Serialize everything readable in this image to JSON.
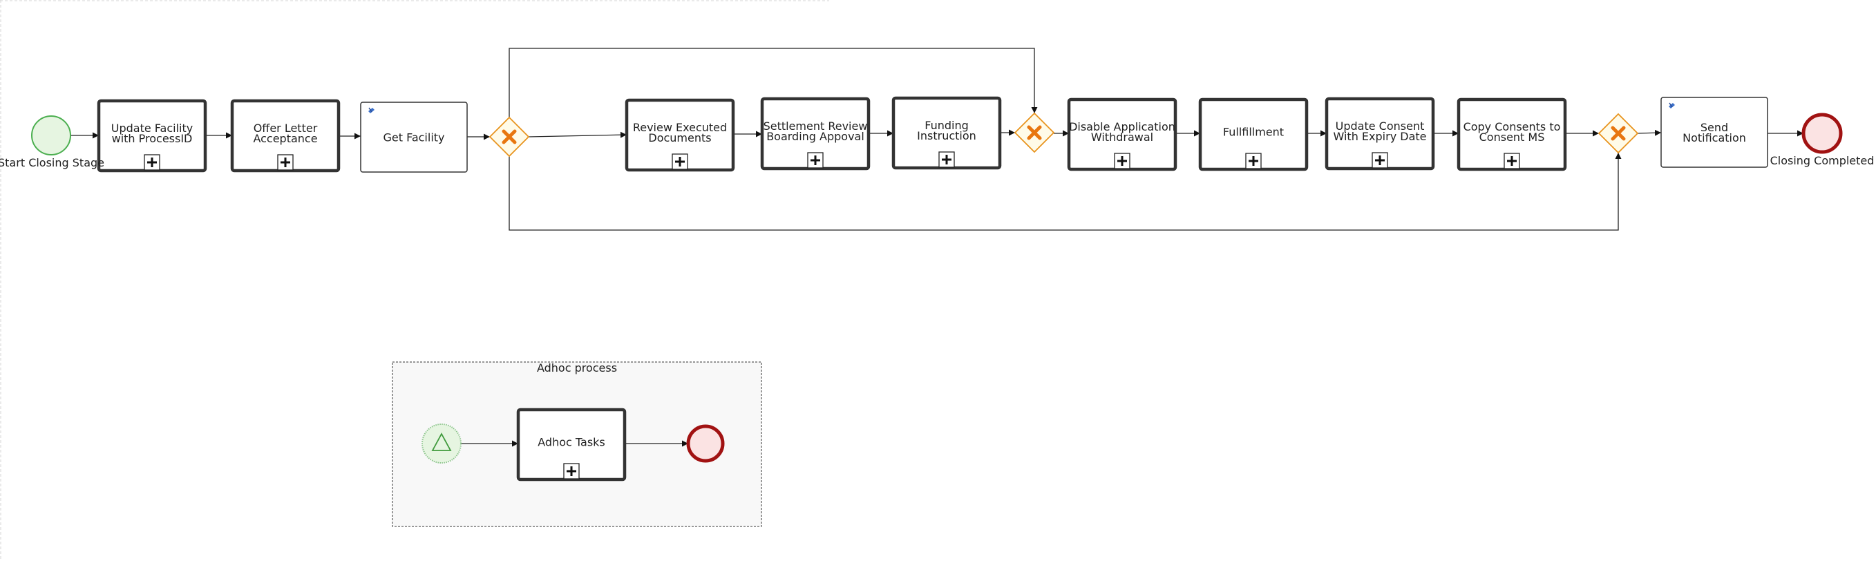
{
  "diagram": {
    "events": {
      "start": {
        "label": "Start Closing Stage"
      },
      "end": {
        "label": "Closing Completed"
      },
      "adhoc_start": {
        "label": ""
      },
      "adhoc_end": {
        "label": ""
      }
    },
    "tasks": [
      {
        "id": "t1",
        "lines": [
          "Update Facility",
          "with ProcessID"
        ],
        "kind": "subprocess"
      },
      {
        "id": "t2",
        "lines": [
          "Offer Letter",
          "Acceptance"
        ],
        "kind": "subprocess"
      },
      {
        "id": "t3",
        "lines": [
          "Get Facility"
        ],
        "kind": "service"
      },
      {
        "id": "t4",
        "lines": [
          "Review Executed",
          "Documents"
        ],
        "kind": "subprocess"
      },
      {
        "id": "t5",
        "lines": [
          "Settlement Review",
          "Boarding Appoval"
        ],
        "kind": "subprocess"
      },
      {
        "id": "t6",
        "lines": [
          "Funding",
          "Instruction"
        ],
        "kind": "subprocess"
      },
      {
        "id": "t7",
        "lines": [
          "Disable Application",
          "Withdrawal"
        ],
        "kind": "subprocess"
      },
      {
        "id": "t8",
        "lines": [
          "Fullfillment"
        ],
        "kind": "subprocess"
      },
      {
        "id": "t9",
        "lines": [
          "Update Consent",
          "With Expiry Date"
        ],
        "kind": "subprocess"
      },
      {
        "id": "t10",
        "lines": [
          "Copy Consents to",
          "Consent MS"
        ],
        "kind": "subprocess"
      },
      {
        "id": "t11",
        "lines": [
          "Send",
          "Notification"
        ],
        "kind": "service"
      },
      {
        "id": "t12",
        "lines": [
          "Adhoc Tasks"
        ],
        "kind": "subprocess"
      }
    ],
    "gateways": [
      {
        "id": "g1",
        "type": "exclusive"
      },
      {
        "id": "g2",
        "type": "exclusive"
      },
      {
        "id": "g3",
        "type": "exclusive"
      }
    ],
    "pool": {
      "label": "Adhoc process"
    },
    "colors": {
      "start_fill": "#e6f5e1",
      "start_stroke": "#4caf50",
      "end_fill": "#fbe3e3",
      "end_stroke": "#a11212",
      "gateway_fill": "#fffbe8",
      "gateway_stroke": "#e8931d",
      "gateway_x": "#e8760f",
      "task_stroke": "#333333"
    }
  }
}
